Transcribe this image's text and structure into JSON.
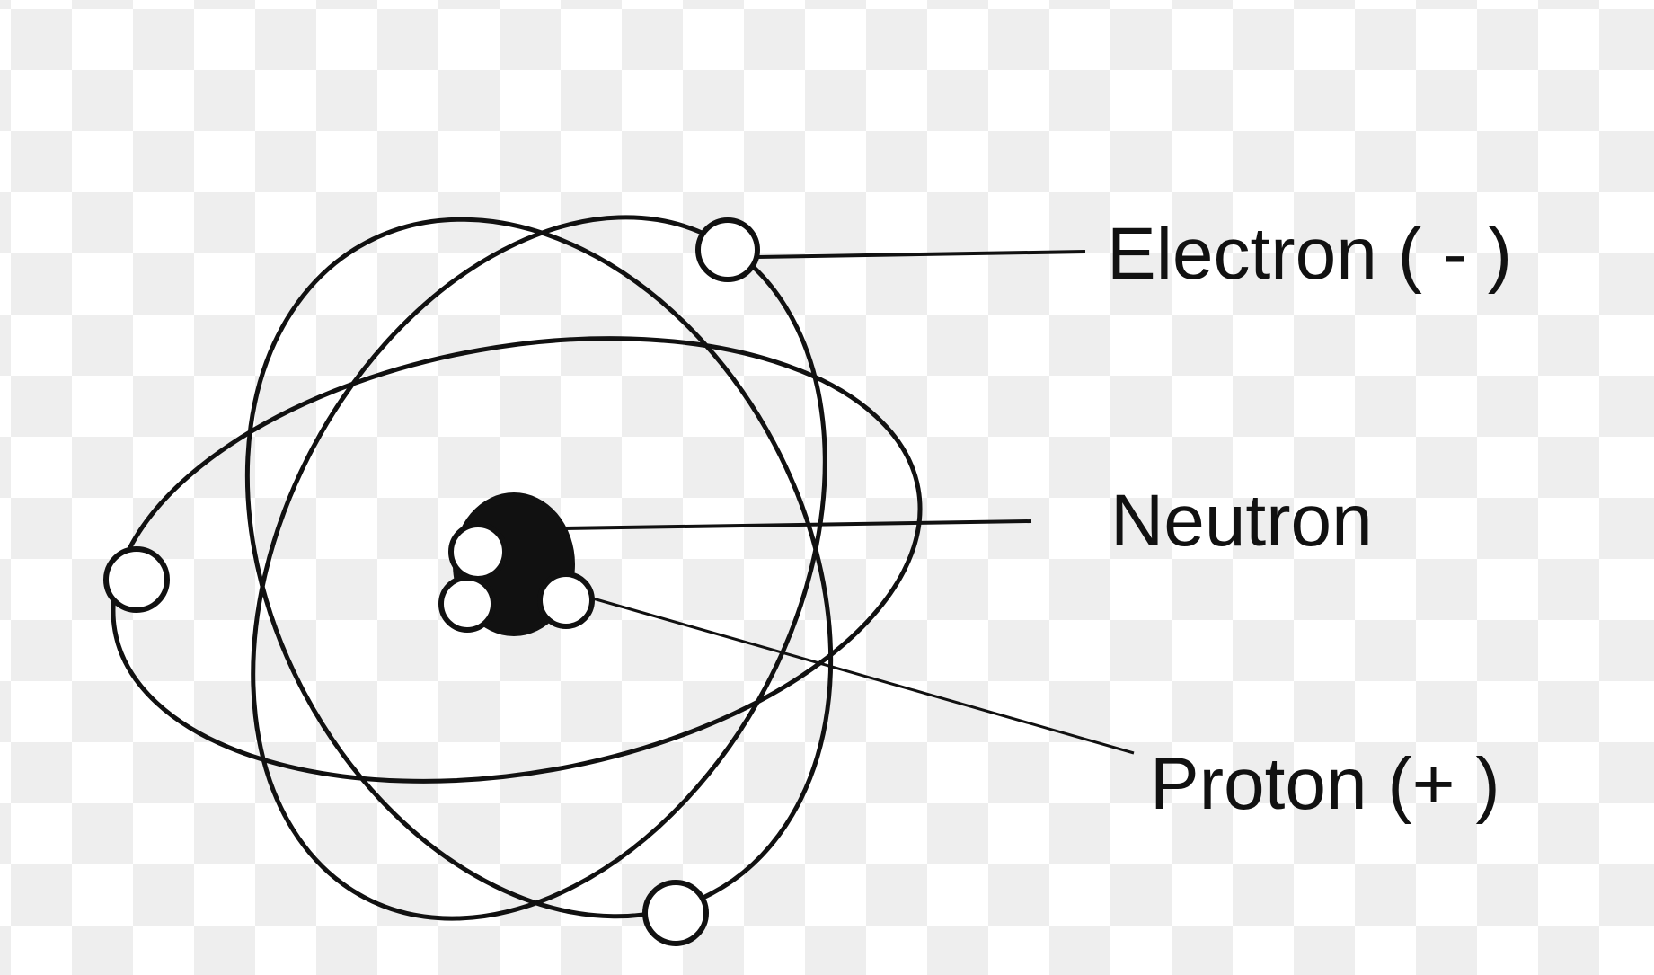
{
  "diagram": {
    "labels": {
      "electron": "Electron ( - )",
      "neutron": "Neutron",
      "proton": "Proton (+ )"
    },
    "colors": {
      "ink": "#111111",
      "checker_light": "#ffffff",
      "checker_dark": "#eeeeee"
    }
  }
}
